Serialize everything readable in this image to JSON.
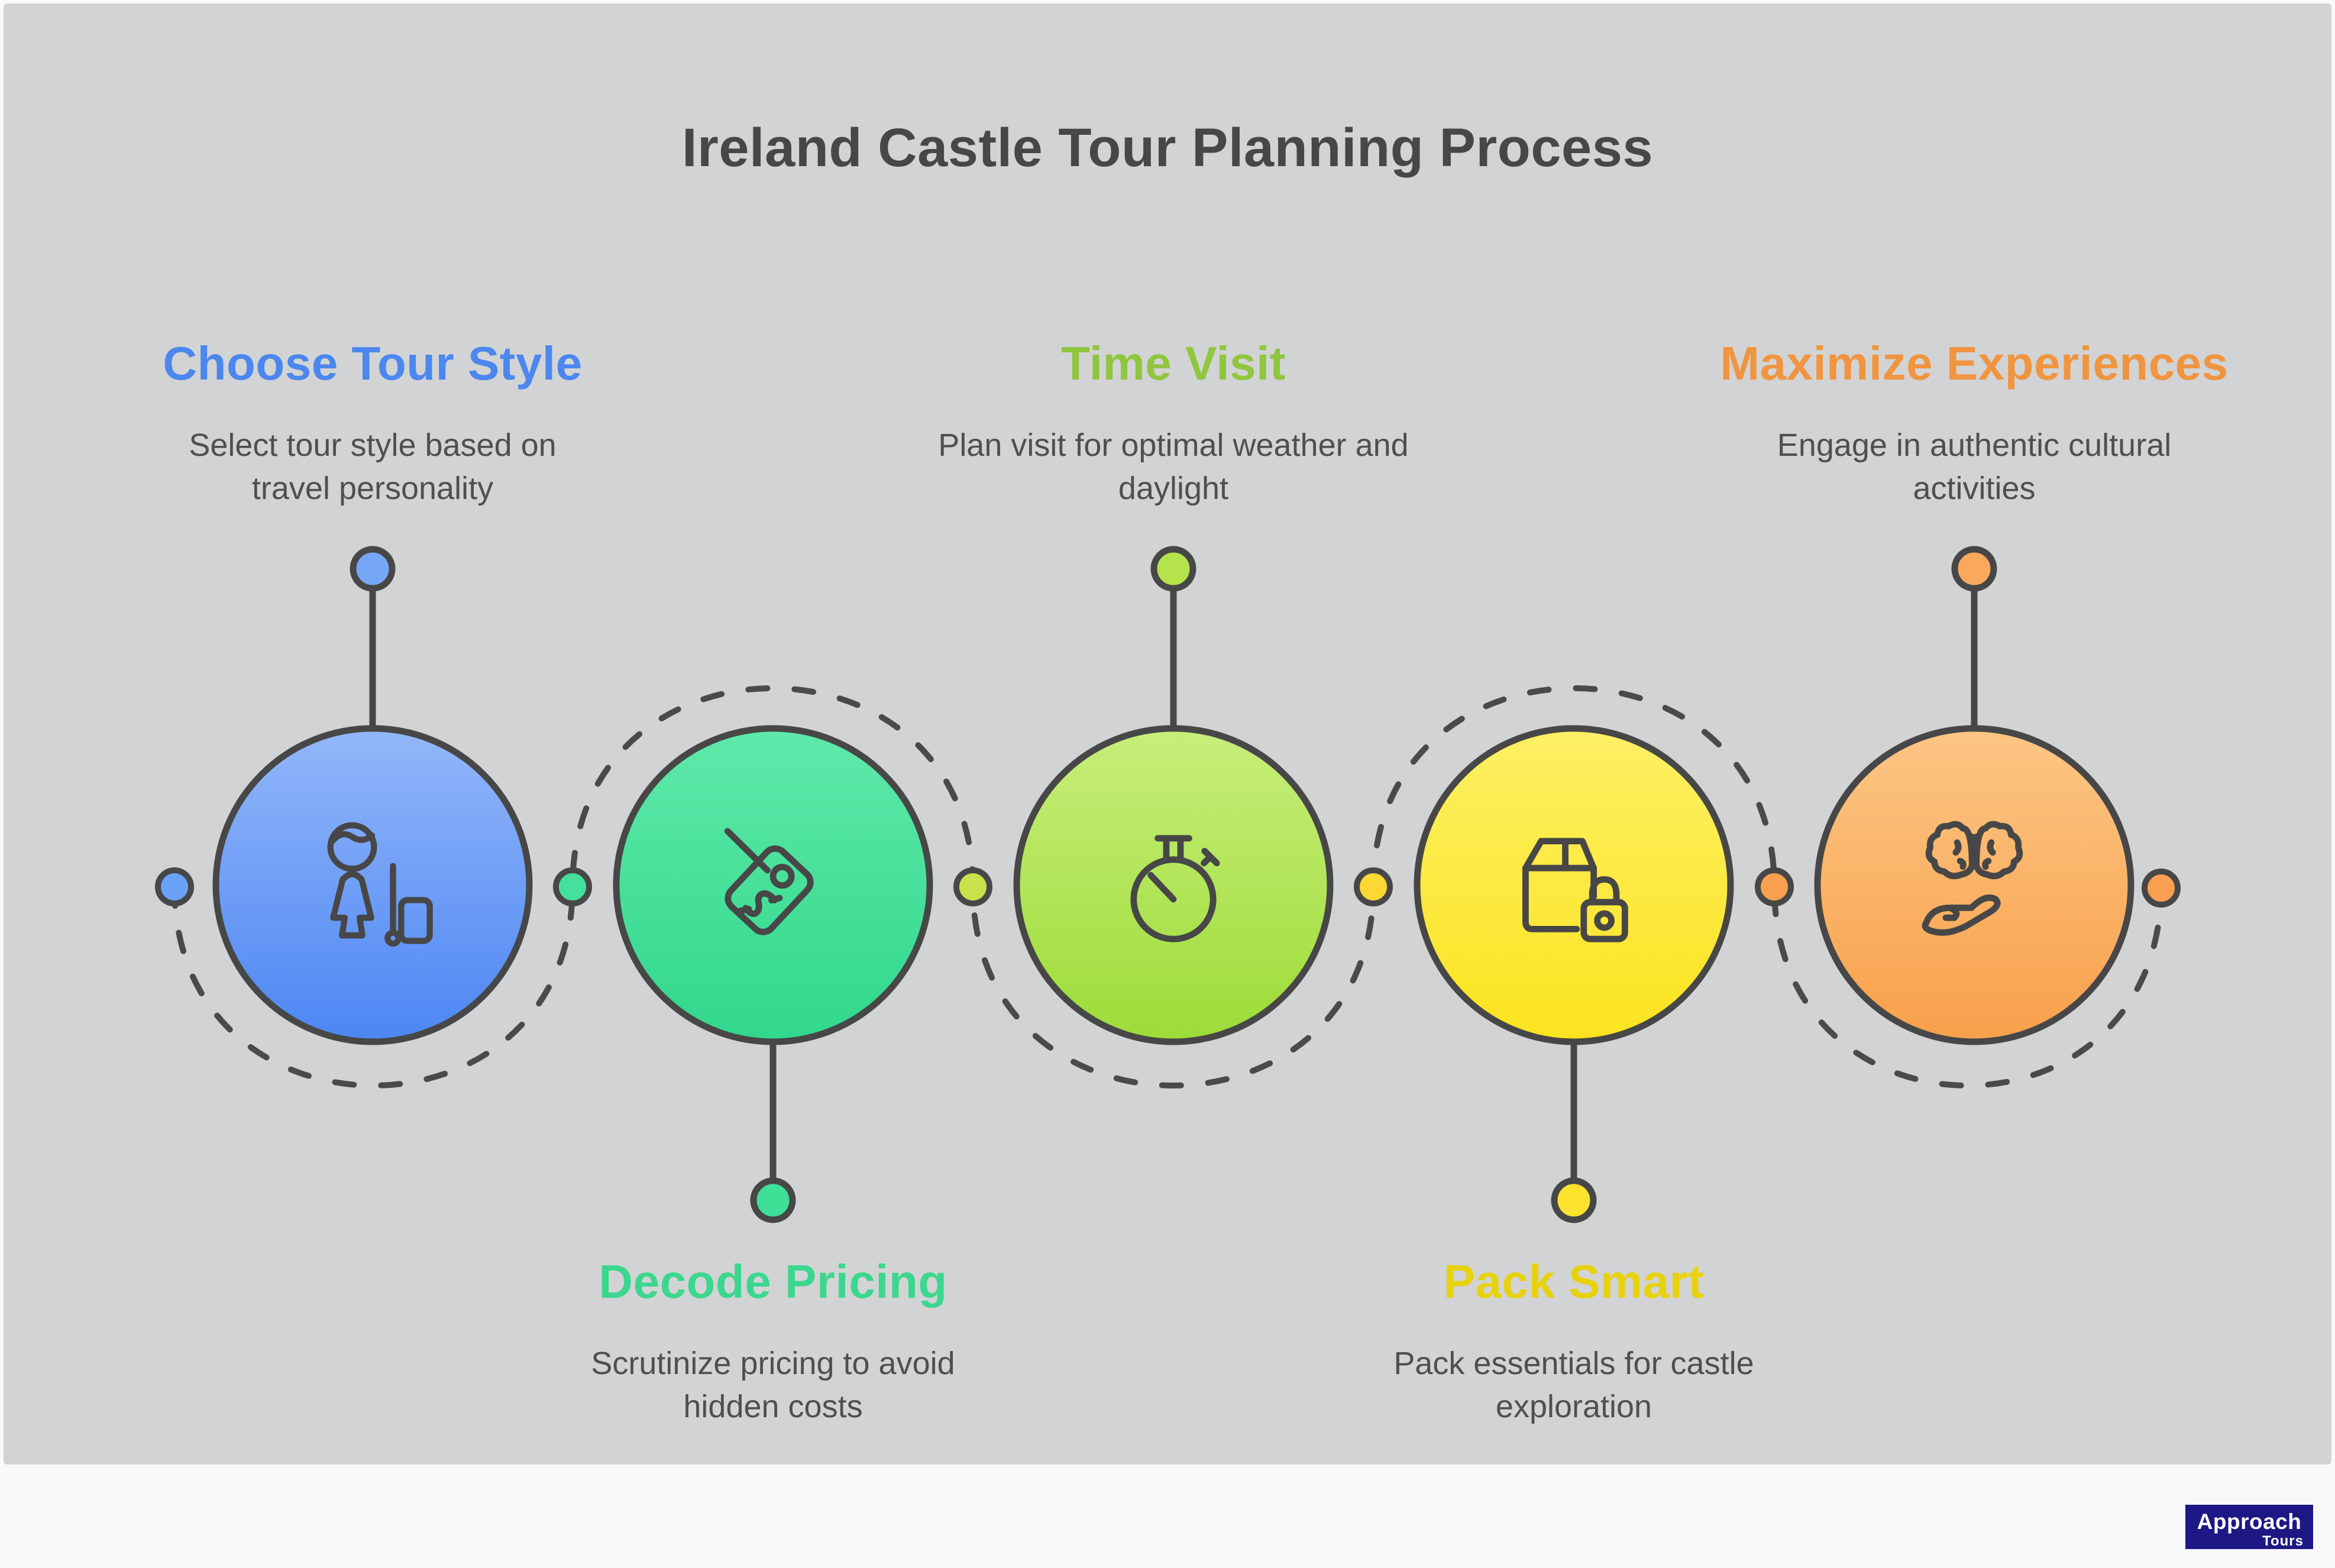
{
  "title": "Ireland Castle Tour Planning Process",
  "steps": [
    {
      "label": "Choose Tour Style",
      "description": "Select tour style based on travel personality",
      "accent_color": "#4B87EE",
      "circle_gradient": [
        "#93B7F9",
        "#4C86F3"
      ],
      "dot_color": "#76A7F7",
      "icon": "traveler-luggage-icon",
      "text_position": "top"
    },
    {
      "label": "Decode Pricing",
      "description": "Scrutinize pricing to avoid hidden costs",
      "accent_color": "#3CD78E",
      "circle_gradient": [
        "#5FE9AA",
        "#31D78C"
      ],
      "dot_color": "#3FDF98",
      "icon": "price-tag-icon",
      "text_position": "bottom"
    },
    {
      "label": "Time Visit",
      "description": "Plan visit for optimal weather and daylight",
      "accent_color": "#8FC63E",
      "circle_gradient": [
        "#C8EE7A",
        "#9CDC38"
      ],
      "dot_color": "#B5E34C",
      "icon": "stopwatch-icon",
      "text_position": "top"
    },
    {
      "label": "Pack Smart",
      "description": "Pack essentials for castle exploration",
      "accent_color": "#E8D20B",
      "circle_gradient": [
        "#FDF065",
        "#FBE31E"
      ],
      "dot_color": "#FDE22E",
      "icon": "package-lock-icon",
      "text_position": "bottom"
    },
    {
      "label": "Maximize Experiences",
      "description": "Engage in authentic cultural activities",
      "accent_color": "#F0953F",
      "circle_gradient": [
        "#FCC684",
        "#F8A04B"
      ],
      "dot_color": "#F9A85C",
      "icon": "brain-hand-icon",
      "text_position": "top"
    }
  ],
  "path_dot_colors": [
    "#6AA2F8",
    "#45E09B",
    "#C9E24B",
    "#FDD835",
    "#F9A050",
    "#F9A050"
  ],
  "colors": {
    "canvas_background": "#F8F9FA",
    "panel_background": "#D2D3D4",
    "outline": "#474747",
    "title_text": "#474747",
    "description_text": "#4F4F4F"
  },
  "logo": {
    "brand": "Approach",
    "sub": "Tours",
    "background": "#1D1884",
    "text_color": "#FFFFFF"
  }
}
